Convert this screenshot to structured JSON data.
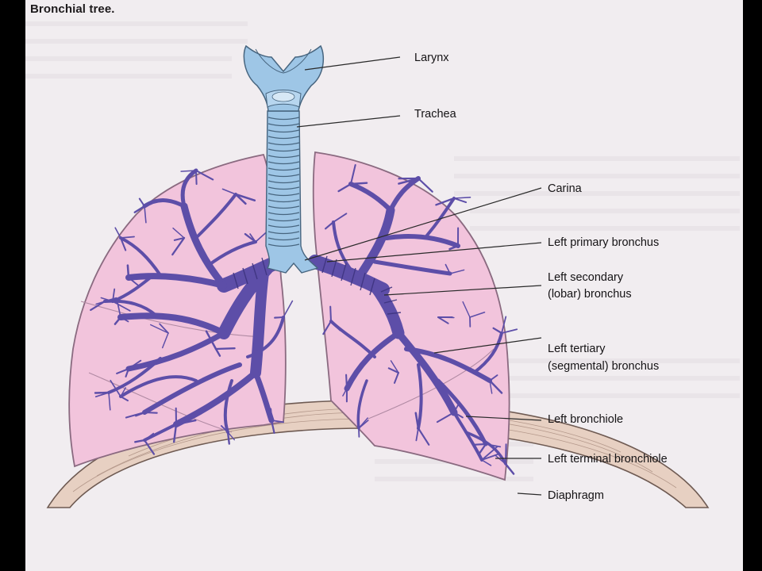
{
  "figure": {
    "title": "Bronchial tree.",
    "labels": [
      {
        "id": "larynx",
        "text": "Larynx"
      },
      {
        "id": "trachea",
        "text": "Trachea"
      },
      {
        "id": "carina",
        "text": "Carina"
      },
      {
        "id": "left-primary-bronchus",
        "text": "Left primary bronchus"
      },
      {
        "id": "left-secondary-bronchus-1",
        "text": "Left secondary"
      },
      {
        "id": "left-secondary-bronchus-2",
        "text": "(lobar) bronchus"
      },
      {
        "id": "left-tertiary-bronchus-1",
        "text": "Left tertiary"
      },
      {
        "id": "left-tertiary-bronchus-2",
        "text": "(segmental) bronchus"
      },
      {
        "id": "left-bronchiole",
        "text": "Left bronchiole"
      },
      {
        "id": "left-terminal-bronchiole",
        "text": "Left terminal bronchiole"
      },
      {
        "id": "diaphragm",
        "text": "Diaphragm"
      }
    ]
  },
  "colors": {
    "lung_fill": "#f2c4dc",
    "lung_outline": "#8a6a80",
    "bronchi": "#5d4ea8",
    "bronchi_dark": "#3e3480",
    "trachea": "#9ec6e6",
    "trachea_outline": "#47657f",
    "diaphragm": "#e7d0c2",
    "background_page": "#f1edf0"
  }
}
